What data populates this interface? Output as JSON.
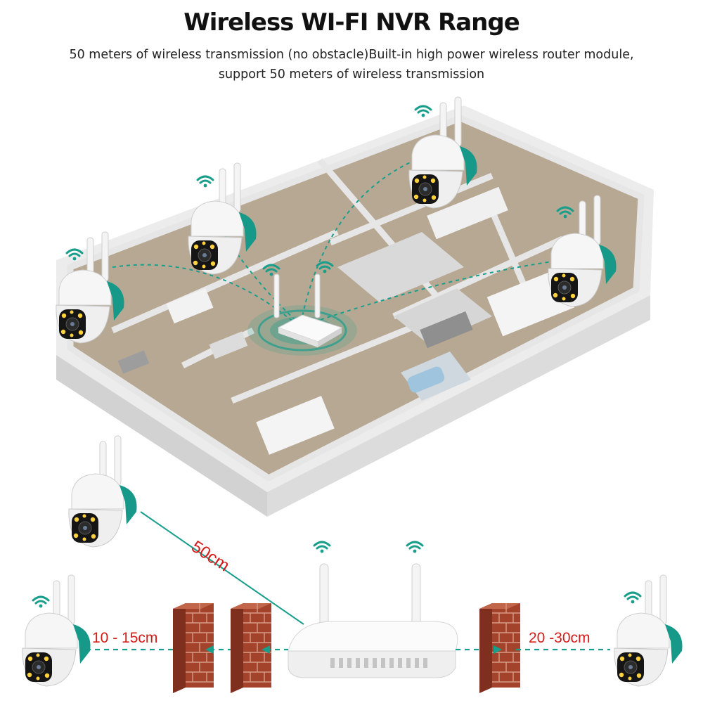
{
  "header": {
    "title": "Wireless WI-FI NVR Range",
    "subtitle_line1": "50 meters of wireless transmission (no obstacle)Built-in high power wireless router module,",
    "subtitle_line2": "support 50 meters of wireless transmission"
  },
  "distances": {
    "direct": "50cm",
    "through_two_walls": "10 - 15cm",
    "through_one_wall": "20 -30cm"
  },
  "colors": {
    "signal": "#1a9e8c",
    "distance_text": "#d51a1a",
    "brick": "#a4432c",
    "floor": "#b7a893",
    "wall": "#ededed"
  },
  "icons": [
    "wifi-icon",
    "camera-icon",
    "nvr-router-icon",
    "brick-wall-icon",
    "arrow-left-icon",
    "arrow-right-icon"
  ]
}
